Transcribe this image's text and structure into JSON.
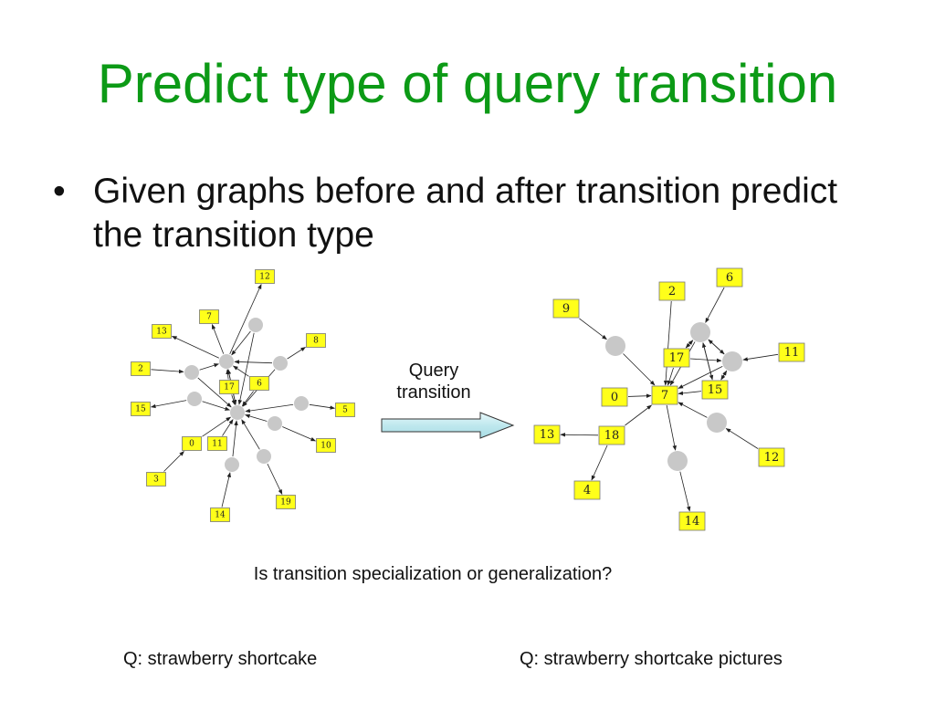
{
  "title": "Predict type of query transition",
  "bullet": {
    "marker": "•",
    "text": "Given graphs before and after transition predict the transition type"
  },
  "arrow_label": "Query\ntransition",
  "question": "Is transition specialization or generalization?",
  "query_left": "Q: strawberry shortcake",
  "query_right": "Q: strawberry shortcake pictures",
  "colors": {
    "title": "#0c9a16",
    "node_fill": "#ffff1a",
    "hub_fill": "#c8c8c8",
    "arrow_fill": "#bfe8ee"
  },
  "graph_before": {
    "nodes": [
      "12",
      "7",
      "13",
      "8",
      "2",
      "17",
      "6",
      "15",
      "5",
      "0",
      "11",
      "10",
      "3",
      "19",
      "14"
    ]
  },
  "graph_after": {
    "nodes": [
      "6",
      "2",
      "9",
      "11",
      "17",
      "15",
      "0",
      "7",
      "13",
      "18",
      "12",
      "4",
      "14"
    ]
  }
}
